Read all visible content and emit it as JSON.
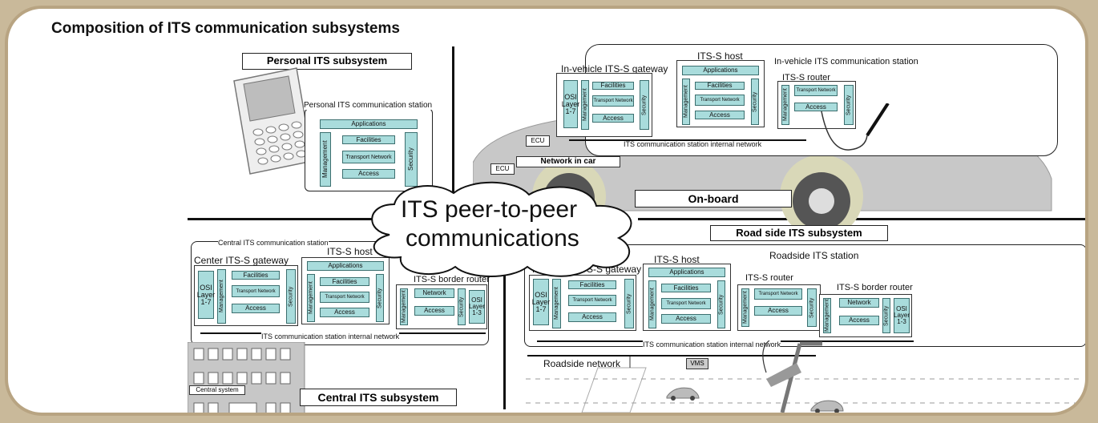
{
  "title": "Composition of ITS communication subsystems",
  "cloud_text_1": "ITS peer-to-peer",
  "cloud_text_2": "communications",
  "labels": {
    "personal_subsystem": "Personal ITS subsystem",
    "onboard": "On-board",
    "roadside_subsystem": "Road side ITS subsystem",
    "central_subsystem": "Central ITS subsystem"
  },
  "personal": {
    "station": "Personal ITS communication station",
    "applications": "Applications",
    "facilities": "Facilities",
    "transport_network": "Transport Network",
    "access": "Access",
    "management": "Management",
    "security": "Security"
  },
  "vehicle": {
    "gateway": "In-vehicle ITS-S gateway",
    "host": "ITS-S host",
    "station": "In-vehicle ITS communication station",
    "router": "ITS-S router",
    "osi": "OSI Layer 1-7",
    "internal_network": "ITS communication station internal network",
    "ecu1": "ECU",
    "ecu2": "ECU",
    "network_in_car": "Network in car"
  },
  "central": {
    "station": "Central ITS communication station",
    "gateway": "Center ITS-S gateway",
    "host": "ITS-S host",
    "border_router": "ITS-S border router",
    "osi17": "OSI Layer 1-7",
    "osi13": "OSI Layer 1-3",
    "internal_network": "ITS communication station internal network",
    "central_system": "Central system"
  },
  "roadside": {
    "gateway": "Road side ITS-S gateway",
    "host": "ITS-S host",
    "station": "Roadside ITS station",
    "router": "ITS-S router",
    "border_router": "ITS-S border router",
    "osi17": "OSI Layer 1-7",
    "osi13": "OSI Layer 1-3",
    "internal_network": "ITS communication station internal network",
    "roadside_network": "Roadside network",
    "vms": "VMS"
  },
  "blocks": {
    "applications": "Applications",
    "facilities": "Facilities",
    "transport_network": "Transport Network",
    "network": "Network",
    "access": "Access",
    "management": "Management",
    "security": "Security"
  },
  "colors": {
    "layer_fill": "#a9dcdc",
    "frame": "#b8a482",
    "car_body": "#c8c8c8"
  }
}
